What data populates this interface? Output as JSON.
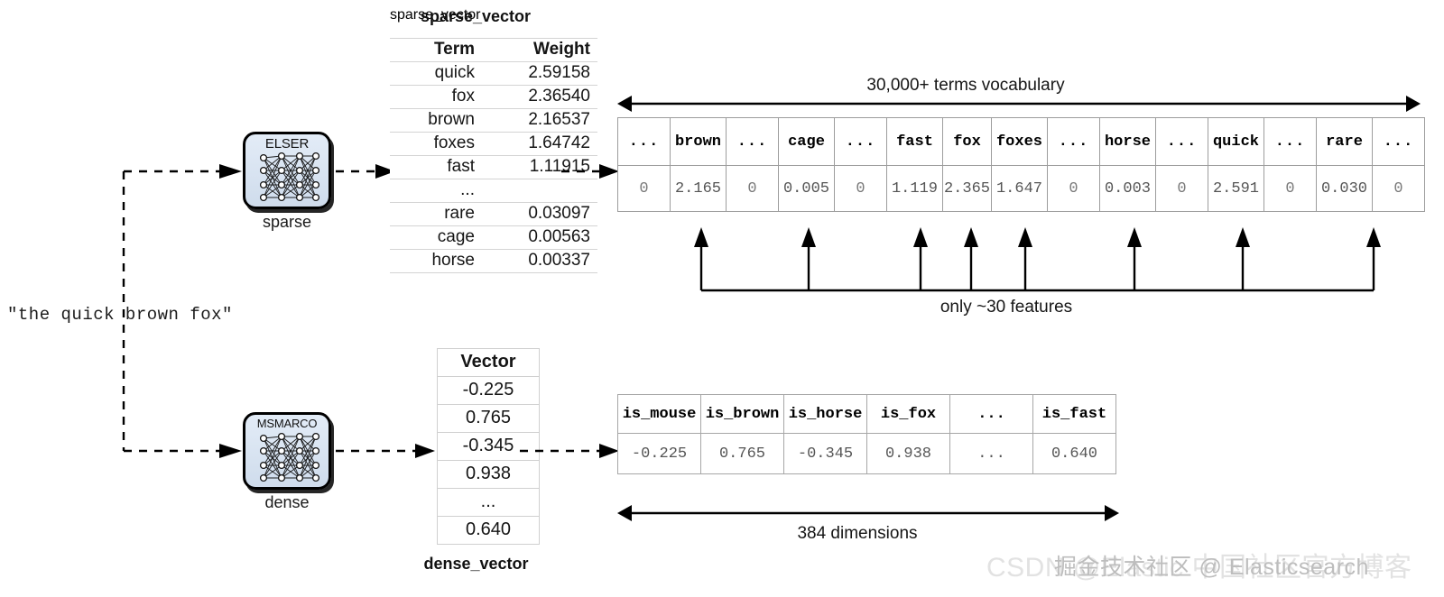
{
  "diagram": {
    "input_text": "\"the quick brown fox\"",
    "colors": {
      "model_box_fill": "#dbe6f3",
      "model_box_border": "#000000",
      "grid_border": "#9d9d9d",
      "value_text": "#555555",
      "watermark_light": "#e2e2e2",
      "watermark_dark": "#bdbdbd"
    },
    "models": [
      {
        "name": "ELSER",
        "caption": "sparse",
        "icon": "neural-network-icon"
      },
      {
        "name": "MSMARCO",
        "caption": "dense",
        "icon": "neural-network-icon"
      }
    ],
    "sparse_vector": {
      "caption": "sparse_vector",
      "headers": [
        "Term",
        "Weight"
      ],
      "rows": [
        {
          "term": "quick",
          "weight": "2.59158"
        },
        {
          "term": "fox",
          "weight": "2.36540"
        },
        {
          "term": "brown",
          "weight": "2.16537"
        },
        {
          "term": "foxes",
          "weight": "1.64742"
        },
        {
          "term": "fast",
          "weight": "1.11915"
        },
        {
          "term": "...",
          "weight": ""
        },
        {
          "term": "rare",
          "weight": "0.03097"
        },
        {
          "term": "cage",
          "weight": "0.00563"
        },
        {
          "term": "horse",
          "weight": "0.00337"
        }
      ]
    },
    "dense_vector": {
      "caption": "dense_vector",
      "header": "Vector",
      "values": [
        "-0.225",
        "0.765",
        "-0.345",
        "0.938",
        "...",
        "0.640"
      ]
    },
    "vocabulary_grid": {
      "top_label": "30,000+ terms vocabulary",
      "bottom_label": "only ~30 features",
      "terms": [
        "...",
        "brown",
        "...",
        "cage",
        "...",
        "fast",
        "fox",
        "foxes",
        "...",
        "horse",
        "...",
        "quick",
        "...",
        "rare",
        "..."
      ],
      "values": [
        "0",
        "2.165",
        "0",
        "0.005",
        "0",
        "1.119",
        "2.365",
        "1.647",
        "0",
        "0.003",
        "0",
        "2.591",
        "0",
        "0.030",
        "0"
      ],
      "highlighted_terms": [
        "brown",
        "cage",
        "fast",
        "fox",
        "foxes",
        "horse",
        "quick",
        "rare"
      ]
    },
    "dense_grid": {
      "bottom_label": "384 dimensions",
      "features": [
        "is_mouse",
        "is_brown",
        "is_horse",
        "is_fox",
        "...",
        "is_fast"
      ],
      "values": [
        "-0.225",
        "0.765",
        "-0.345",
        "0.938",
        "...",
        "0.640"
      ]
    },
    "watermarks": {
      "light": "CSDN @Elastic 中国社区官方博客",
      "dark": "掘金技术社区 @ Elasticsearch"
    }
  }
}
